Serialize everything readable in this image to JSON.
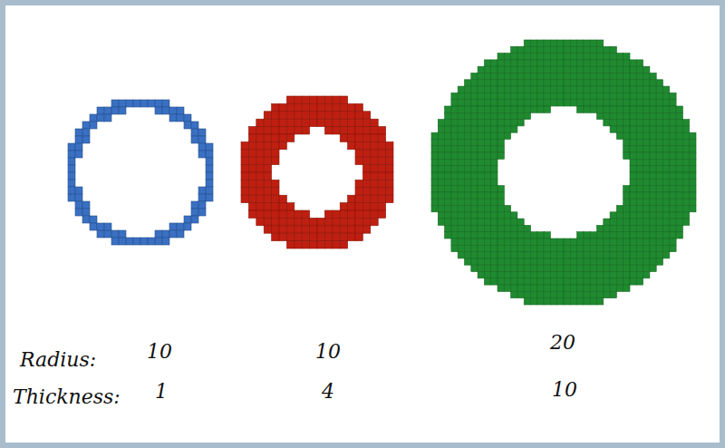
{
  "diagram": {
    "labels": [
      "Radius:",
      "10",
      "10",
      "20",
      "Thickness:",
      "1",
      "4",
      "10"
    ]
  }
}
